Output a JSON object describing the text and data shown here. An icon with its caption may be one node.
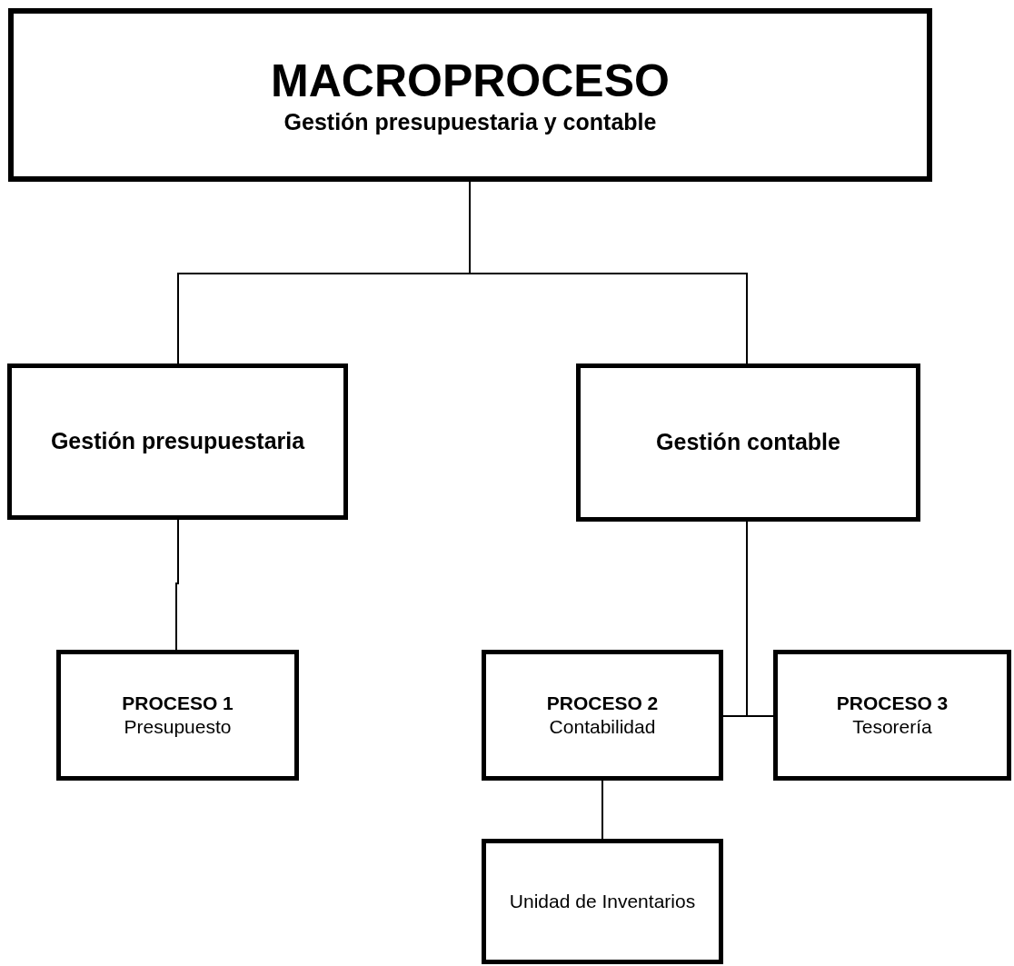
{
  "diagram": {
    "nodes": [
      {
        "text": [
          "MACROPROCESO",
          "Gestión presupuestaria y contable"
        ]
      },
      {
        "text": [
          "Gestión presupuestaria"
        ]
      },
      {
        "text": [
          "Gestión contable"
        ]
      },
      {
        "text": [
          "PROCESO 1",
          "Presupuesto"
        ]
      },
      {
        "text": [
          "PROCESO 2",
          "Contabilidad"
        ]
      },
      {
        "text": [
          "PROCESO 3",
          "Tesorería"
        ]
      },
      {
        "text": [
          "Unidad de Inventarios"
        ]
      }
    ],
    "edges": [
      {
        "from": 0,
        "to": 1,
        "arrow": "none"
      },
      {
        "from": 0,
        "to": 2,
        "arrow": "none"
      },
      {
        "from": 1,
        "to": 3,
        "arrow": "none"
      },
      {
        "from": 2,
        "to": 4,
        "arrow": "none"
      },
      {
        "from": 2,
        "to": 5,
        "arrow": "none"
      },
      {
        "from": 4,
        "to": 6,
        "arrow": "none"
      }
    ]
  }
}
